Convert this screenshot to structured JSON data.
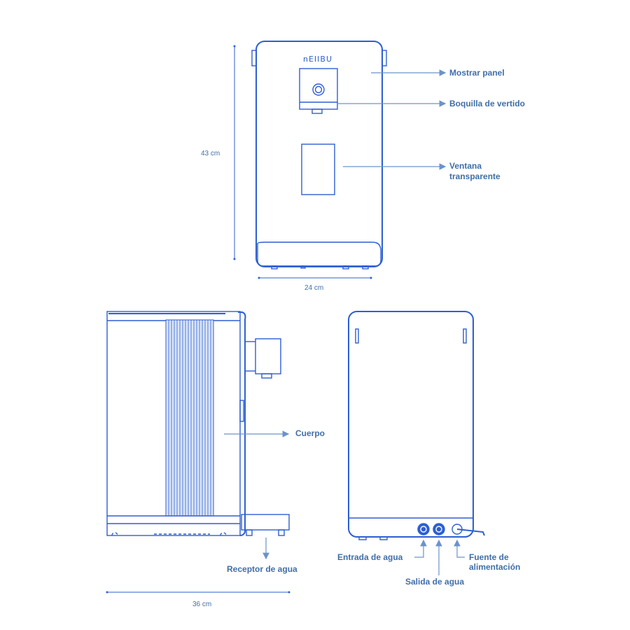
{
  "brand": {
    "logo": "nEIIBU"
  },
  "colors": {
    "line": "#2d5fd3",
    "label": "#3f6ea8",
    "fill": "#cfdcf5"
  },
  "front_view": {
    "labels": {
      "display_panel": "Mostrar panel",
      "spout": "Boquilla de vertido",
      "window_line1": "Ventana",
      "window_line2": "transparente"
    },
    "height_dim": "43 cm",
    "width_dim": "24 cm"
  },
  "side_view": {
    "labels": {
      "body": "Cuerpo",
      "drip_tray": "Receptor de agua"
    },
    "depth_dim": "36 cm"
  },
  "back_view": {
    "labels": {
      "water_inlet": "Entrada de agua",
      "water_outlet": "Salida de agua",
      "power_line1": "Fuente de",
      "power_line2": "alimentación"
    }
  }
}
